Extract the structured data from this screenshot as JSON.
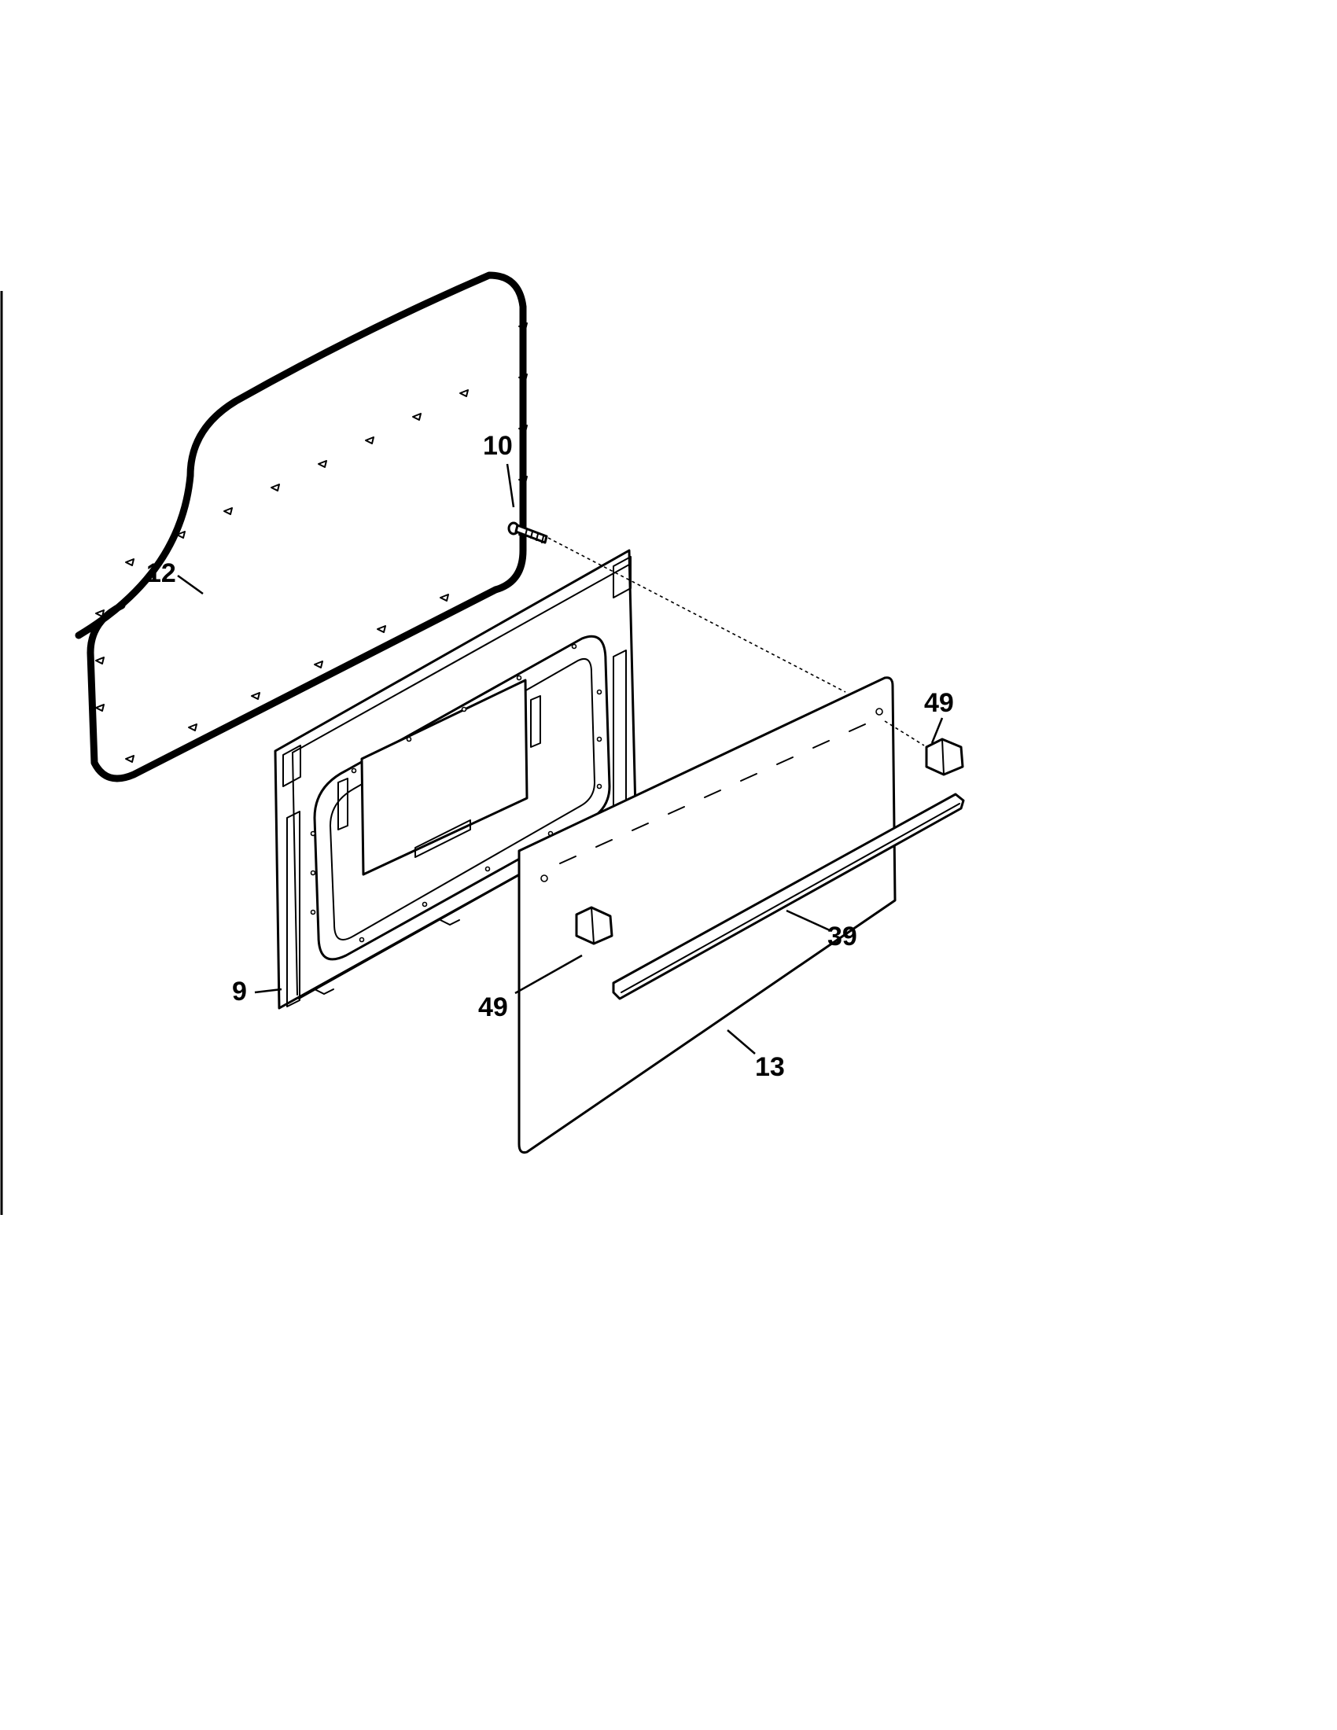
{
  "callouts": {
    "door_liner": "9",
    "screw": "10",
    "gasket": "12",
    "outer_door_panel": "13",
    "trim": "39",
    "hinge_bracket_upper": "49",
    "hinge_bracket_lower": "49"
  },
  "colors": {
    "line": "#000000",
    "background": "#ffffff"
  }
}
